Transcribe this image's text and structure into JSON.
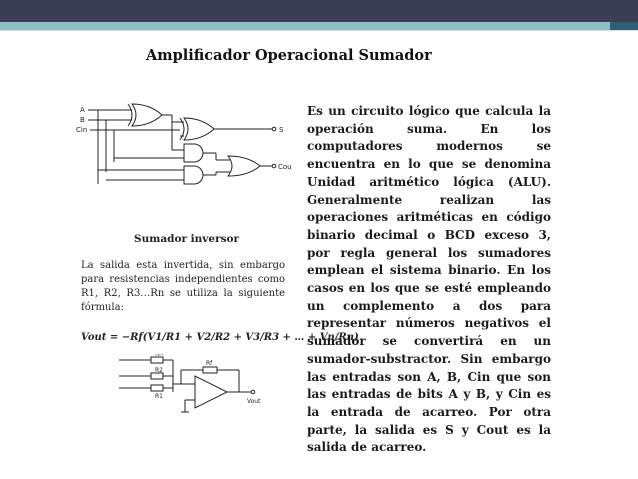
{
  "slide": {
    "title": "Amplificador Operacional Sumador",
    "colors": {
      "top_bar": "#3b3d52",
      "accent": "#8fbdc6",
      "accent_dark": "#2f5f72"
    }
  },
  "figure": {
    "circuit_labels": {
      "a": "A",
      "b": "B",
      "cin": "Cin",
      "s": "S",
      "cout": "Cout"
    },
    "inverter_title": "Sumador inversor",
    "inverter_description": "La salida esta invertida, sin embargo para resistencias independientes como R1, R2, R3…Rn se utiliza la siguiente fórmula:",
    "formula": "Vout = −Rf(V1/R1 + V2/R2 + V3/R3 + … + Vn/Rn)",
    "opamp_labels": {
      "rf": "Rf",
      "rn": "Rn",
      "r2": "R2",
      "r1": "R1",
      "vout": "Vout"
    },
    "paragraph": "Es un circuito lógico que calcula la operación suma. En los computadores modernos se encuentra en lo que se denomina Unidad aritmético lógica (ALU). Generalmente realizan las operaciones aritméticas en código binario decimal o BCD exceso 3, por regla general los sumadores emplean el sistema binario. En los casos en los que se esté empleando un complemento a dos para representar números negativos el sumador se convertirá en un sumador-substractor. Sin embargo las entradas son A, B, Cin que son las entradas de bits A y B, y Cin es la entrada de acarreo. Por otra parte, la salida es S y Cout es la salida de acarreo."
  }
}
